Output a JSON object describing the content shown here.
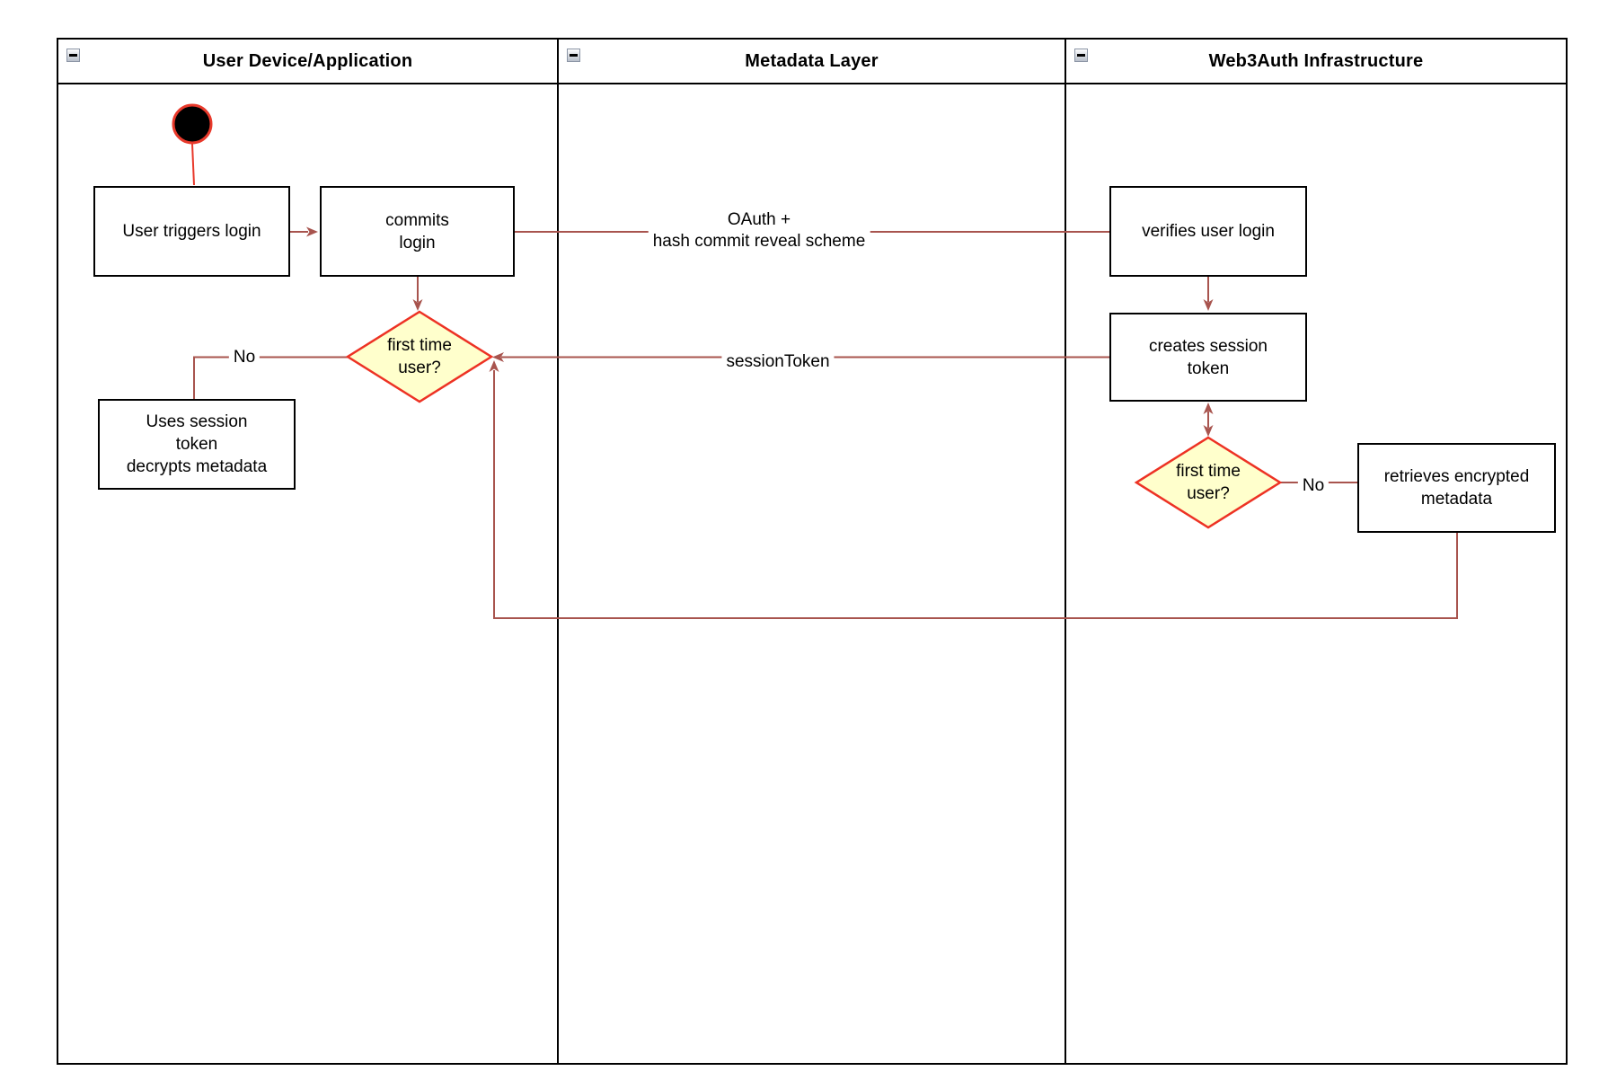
{
  "lanes": [
    {
      "title": "User Device/Application"
    },
    {
      "title": "Metadata Layer"
    },
    {
      "title": "Web3Auth Infrastructure"
    }
  ],
  "nodes": {
    "user_triggers_login": "User triggers login",
    "commits_login": "commits\nlogin",
    "first_time_user_left": "first time\nuser?",
    "uses_session_token": "Uses session\ntoken\ndecrypts metadata",
    "verifies_user_login": "verifies user login",
    "creates_session_token": "creates session\ntoken",
    "first_time_user_right": "first time\nuser?",
    "retrieves_encrypted_metadata": "retrieves encrypted\nmetadata"
  },
  "edge_labels": {
    "oauth": "OAuth +\nhash commit reveal scheme",
    "session_token": "sessionToken",
    "no_left": "No",
    "no_right": "No"
  },
  "colors": {
    "connector": "#a8544e",
    "start_red": "#e8392b",
    "decision_border": "#ed3224",
    "decision_fill": "#ffffcc",
    "node_border": "#000000",
    "node_fill": "#ffffff"
  }
}
